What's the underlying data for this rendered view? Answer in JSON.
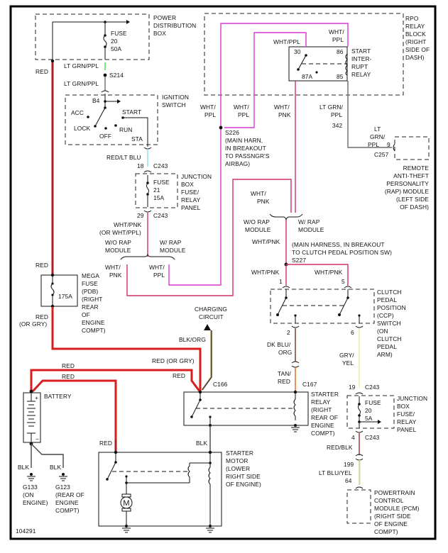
{
  "diagram": {
    "id_label": "104291",
    "colors": {
      "red": "#d81e1e",
      "dark_red": "#a82020",
      "pink": "#d0306a",
      "magenta": "#d63ad6",
      "gray": "#6a6a6a",
      "lt_green": "#38e038",
      "lt_blue": "#8ed8f0",
      "yellow": "#f2ec9a",
      "orange": "#e06010",
      "brown": "#6b3a2a",
      "tan": "#c99a55",
      "black": "#111111"
    },
    "components": {
      "power_distribution_box": {
        "label": [
          "POWER",
          "DISTRIBUTION",
          "BOX"
        ],
        "fuse": [
          "FUSE",
          "20",
          "50A"
        ]
      },
      "ignition_switch": {
        "label": [
          "IGNITION",
          "SWITCH"
        ],
        "terminals": {
          "b4": "B4",
          "acc": "ACC",
          "lock": "LOCK",
          "off": "OFF",
          "run": "RUN",
          "start": "START",
          "sta": "STA"
        }
      },
      "rpo_relay_block": {
        "label": [
          "RPO",
          "RELAY",
          "BLOCK",
          "(RIGHT",
          "SIDE OF",
          "DASH)"
        ]
      },
      "start_interrupt_relay": {
        "label": [
          "START",
          "INTER-",
          "RUPT",
          "RELAY"
        ],
        "pins": {
          "p30": "30",
          "p86": "86",
          "p87a": "87A",
          "p85": "85"
        }
      },
      "junction_box_top": {
        "label": [
          "JUNCTION",
          "BOX",
          "FUSE/",
          "RELAY",
          "PANEL"
        ],
        "fuse": [
          "FUSE",
          "21",
          "15A"
        ]
      },
      "rap_module": {
        "label": [
          "REMOTE",
          "ANTI-THEFT",
          "PERSONALITY",
          "(RAP) MODULE",
          "(LEFT SIDE",
          "OF DASH)"
        ]
      },
      "mega_fuse": {
        "label": [
          "MEGA",
          "FUSE",
          "(PDB)",
          "(RIGHT",
          "REAR",
          "OF",
          "ENGINE",
          "COMPT)"
        ],
        "rating": "175A"
      },
      "clutch_switch": {
        "label": [
          "CLUTCH",
          "PEDAL",
          "POSITION",
          "(CCP)",
          "SWITCH",
          "(ON",
          "CLUTCH",
          "PEDAL",
          "ARM)"
        ],
        "pins": {
          "p1": "1",
          "p5": "5",
          "p2": "2",
          "p6": "6"
        }
      },
      "charging_circuit": {
        "label": [
          "CHARGING",
          "CIRCUIT"
        ]
      },
      "battery": {
        "label": "BATTERY",
        "plus": "+",
        "minus": "−"
      },
      "starter_relay": {
        "label": [
          "STARTER",
          "RELAY",
          "(RIGHT",
          "REAR OF",
          "ENGINE",
          "COMPT)"
        ]
      },
      "junction_box_bottom": {
        "label": [
          "JUNCTION",
          "BOX",
          "FUSE/",
          "RELAY",
          "PANEL"
        ],
        "fuse": [
          "FUSE",
          "20",
          "5A"
        ]
      },
      "starter_motor": {
        "label": [
          "STARTER",
          "MOTOR",
          "(LOWER",
          "RIGHT SIDE",
          "OF ENGINE)"
        ],
        "motor_symbol": "M"
      },
      "pcm": {
        "label": [
          "POWERTRAIN",
          "CONTROL",
          "MODULE (PCM)",
          "(RIGHT SIDE",
          "OF ENGINE",
          "COMPT)"
        ]
      },
      "ground_g133": {
        "label": [
          "G133",
          "(ON",
          "ENGINE)"
        ]
      },
      "ground_g123": {
        "label": [
          "G123",
          "(REAR OF",
          "ENGINE",
          "COMPT)"
        ]
      }
    },
    "wire_labels": {
      "red_left": "RED",
      "lt_grn_ppl_1": "LT GRN/PPL",
      "s214": "S214",
      "lt_grn_ppl_2": "LT GRN/PPL",
      "red_lt_blu": "RED/LT BLU",
      "pin18": "18",
      "c243_a": "C243",
      "pin29": "29",
      "c243_b": "C243",
      "wht_pnk_or": [
        "WHT/PNK",
        "(OR WHT/PPL)"
      ],
      "wo_rap_1": [
        "W/O RAP",
        "MODULE"
      ],
      "w_rap_1": [
        "W/ RAP",
        "MODULE"
      ],
      "wht_pnk_1": [
        "WHT/",
        "PNK"
      ],
      "wht_ppl_1": [
        "WHT/",
        "PPL"
      ],
      "red_above_mega": "RED",
      "red_or_gry_left": [
        "RED",
        "(OR GRY)"
      ],
      "wht_ppl_2": [
        "WHT/",
        "PPL"
      ],
      "wht_ppl_3": [
        "WHT/",
        "PPL"
      ],
      "wht_ppl_relay30": "WHT/PPL",
      "wht_ppl_relay86": [
        "WHT/",
        "PPL"
      ],
      "wht_pnk_2": [
        "WHT/",
        "PNK"
      ],
      "lt_grn_ppl_342": [
        "LT GRN/",
        "PPL"
      ],
      "circuit_342": "342",
      "lt_grn_ppl_rap": [
        "LT",
        "GRN/",
        "PPL"
      ],
      "pin9": "9",
      "c257": "C257",
      "s226": [
        "S226",
        "(MAIN HARN,",
        "IN BREAKOUT",
        "TO PASSNGR'S",
        "AIRBAG)"
      ],
      "wht_pnk_3": [
        "WHT/",
        "PNK"
      ],
      "wo_rap_2": [
        "W/O RAP",
        "MODULE"
      ],
      "w_rap_2": [
        "W/ RAP",
        "MODULE"
      ],
      "wht_pnk_4": "WHT/PNK",
      "s227": [
        "(MAIN HARNESS, IN BREAKOUT",
        "TO CLUTCH PEDAL POSITION SW)",
        "S227"
      ],
      "wht_pnk_5": "WHT/PNK",
      "wht_pnk_6": "WHT/PNK",
      "blk_org": "BLK/ORG",
      "red_or_gry_mid": "RED (OR GRY)",
      "red_bat_1": "RED",
      "red_bat_2": "RED",
      "red_c166": "RED",
      "c166": "C166",
      "dk_blu_org": [
        "DK BLU/",
        "ORG"
      ],
      "tan_red": [
        "TAN/",
        "RED"
      ],
      "c167": "C167",
      "gry_yel": [
        "GRY/",
        "YEL"
      ],
      "pin19": "19",
      "c243_c": "C243",
      "pin4": "4",
      "c243_d": "C243",
      "red_blk": "RED/BLK",
      "circuit_199": "199",
      "lt_blu_yel": "LT BLU/YEL",
      "pin64": "64",
      "red_motor": "RED",
      "blk_motor": "BLK",
      "blk_g133": "BLK",
      "blk_g123": "BLK"
    }
  }
}
